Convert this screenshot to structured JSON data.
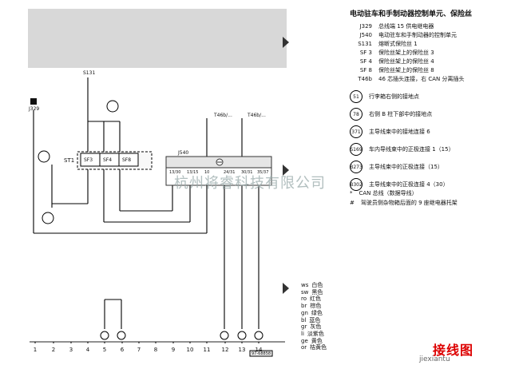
{
  "title": "电动驻车和手制动器控制单元、保险丝",
  "definitions": [
    {
      "code": "J329",
      "text": "总线端 15 供电继电器"
    },
    {
      "code": "J540",
      "text": "电动驻车和手制动器的控制单元"
    },
    {
      "code": "S131",
      "text": "熔断式保险丝 1"
    },
    {
      "code": "SF 3",
      "text": "保险丝架上的保险丝 3"
    },
    {
      "code": "SF 4",
      "text": "保险丝架上的保险丝 4"
    },
    {
      "code": "SF 8",
      "text": "保险丝架上的保险丝 8"
    },
    {
      "code": "T46b",
      "text": "46 芯插头连接，右 CAN 分离插头"
    }
  ],
  "circles": [
    {
      "code": "51",
      "text": "行李箱右侧的接地点"
    },
    {
      "code": "78",
      "text": "右侧 B 柱下部中的接地点"
    },
    {
      "code": "371",
      "text": "主导线束中的接地连接 6"
    },
    {
      "code": "S169",
      "text": "车内导线束中的正极连接 1（15）"
    },
    {
      "code": "B273",
      "text": "主导线束中的正极连接（15）"
    },
    {
      "code": "B302",
      "text": "主导线束中的正极连接 4（30）"
    }
  ],
  "footnotes": [
    {
      "mark": "*",
      "text": "CAN 总线（数据导线）"
    },
    {
      "mark": "#",
      "text": "驾驶员侧杂物箱后面的 9 座继电器托架"
    }
  ],
  "colors": [
    {
      "code": "ws",
      "name": "白色"
    },
    {
      "code": "sw",
      "name": "黑色"
    },
    {
      "code": "ro",
      "name": "红色"
    },
    {
      "code": "br",
      "name": "棕色"
    },
    {
      "code": "gn",
      "name": "绿色"
    },
    {
      "code": "bl",
      "name": "蓝色"
    },
    {
      "code": "gr",
      "name": "灰色"
    },
    {
      "code": "li",
      "name": "淡紫色"
    },
    {
      "code": "ge",
      "name": "黄色"
    },
    {
      "code": "or",
      "name": "桔黄色"
    }
  ],
  "watermark": "杭州将睿科技有限公司",
  "logo": {
    "text": "接线图",
    "url": "jiexiantu"
  },
  "page_ticks": [
    "1",
    "2",
    "3",
    "4",
    "5",
    "6",
    "7",
    "8",
    "9",
    "10",
    "11",
    "12",
    "13",
    "14"
  ],
  "diagram": {
    "s131": "S131",
    "j329": "J329",
    "j540": "J540",
    "st1": "ST1",
    "t46b_a": "T46b/...",
    "t46b_b": "T46b/...",
    "fuse_labels": [
      "SF3",
      "SF4",
      "SF8"
    ],
    "code": "97-68858",
    "conns": [
      "13/30",
      "13/15",
      "10",
      "24/31",
      "30/31",
      "35/37"
    ]
  }
}
